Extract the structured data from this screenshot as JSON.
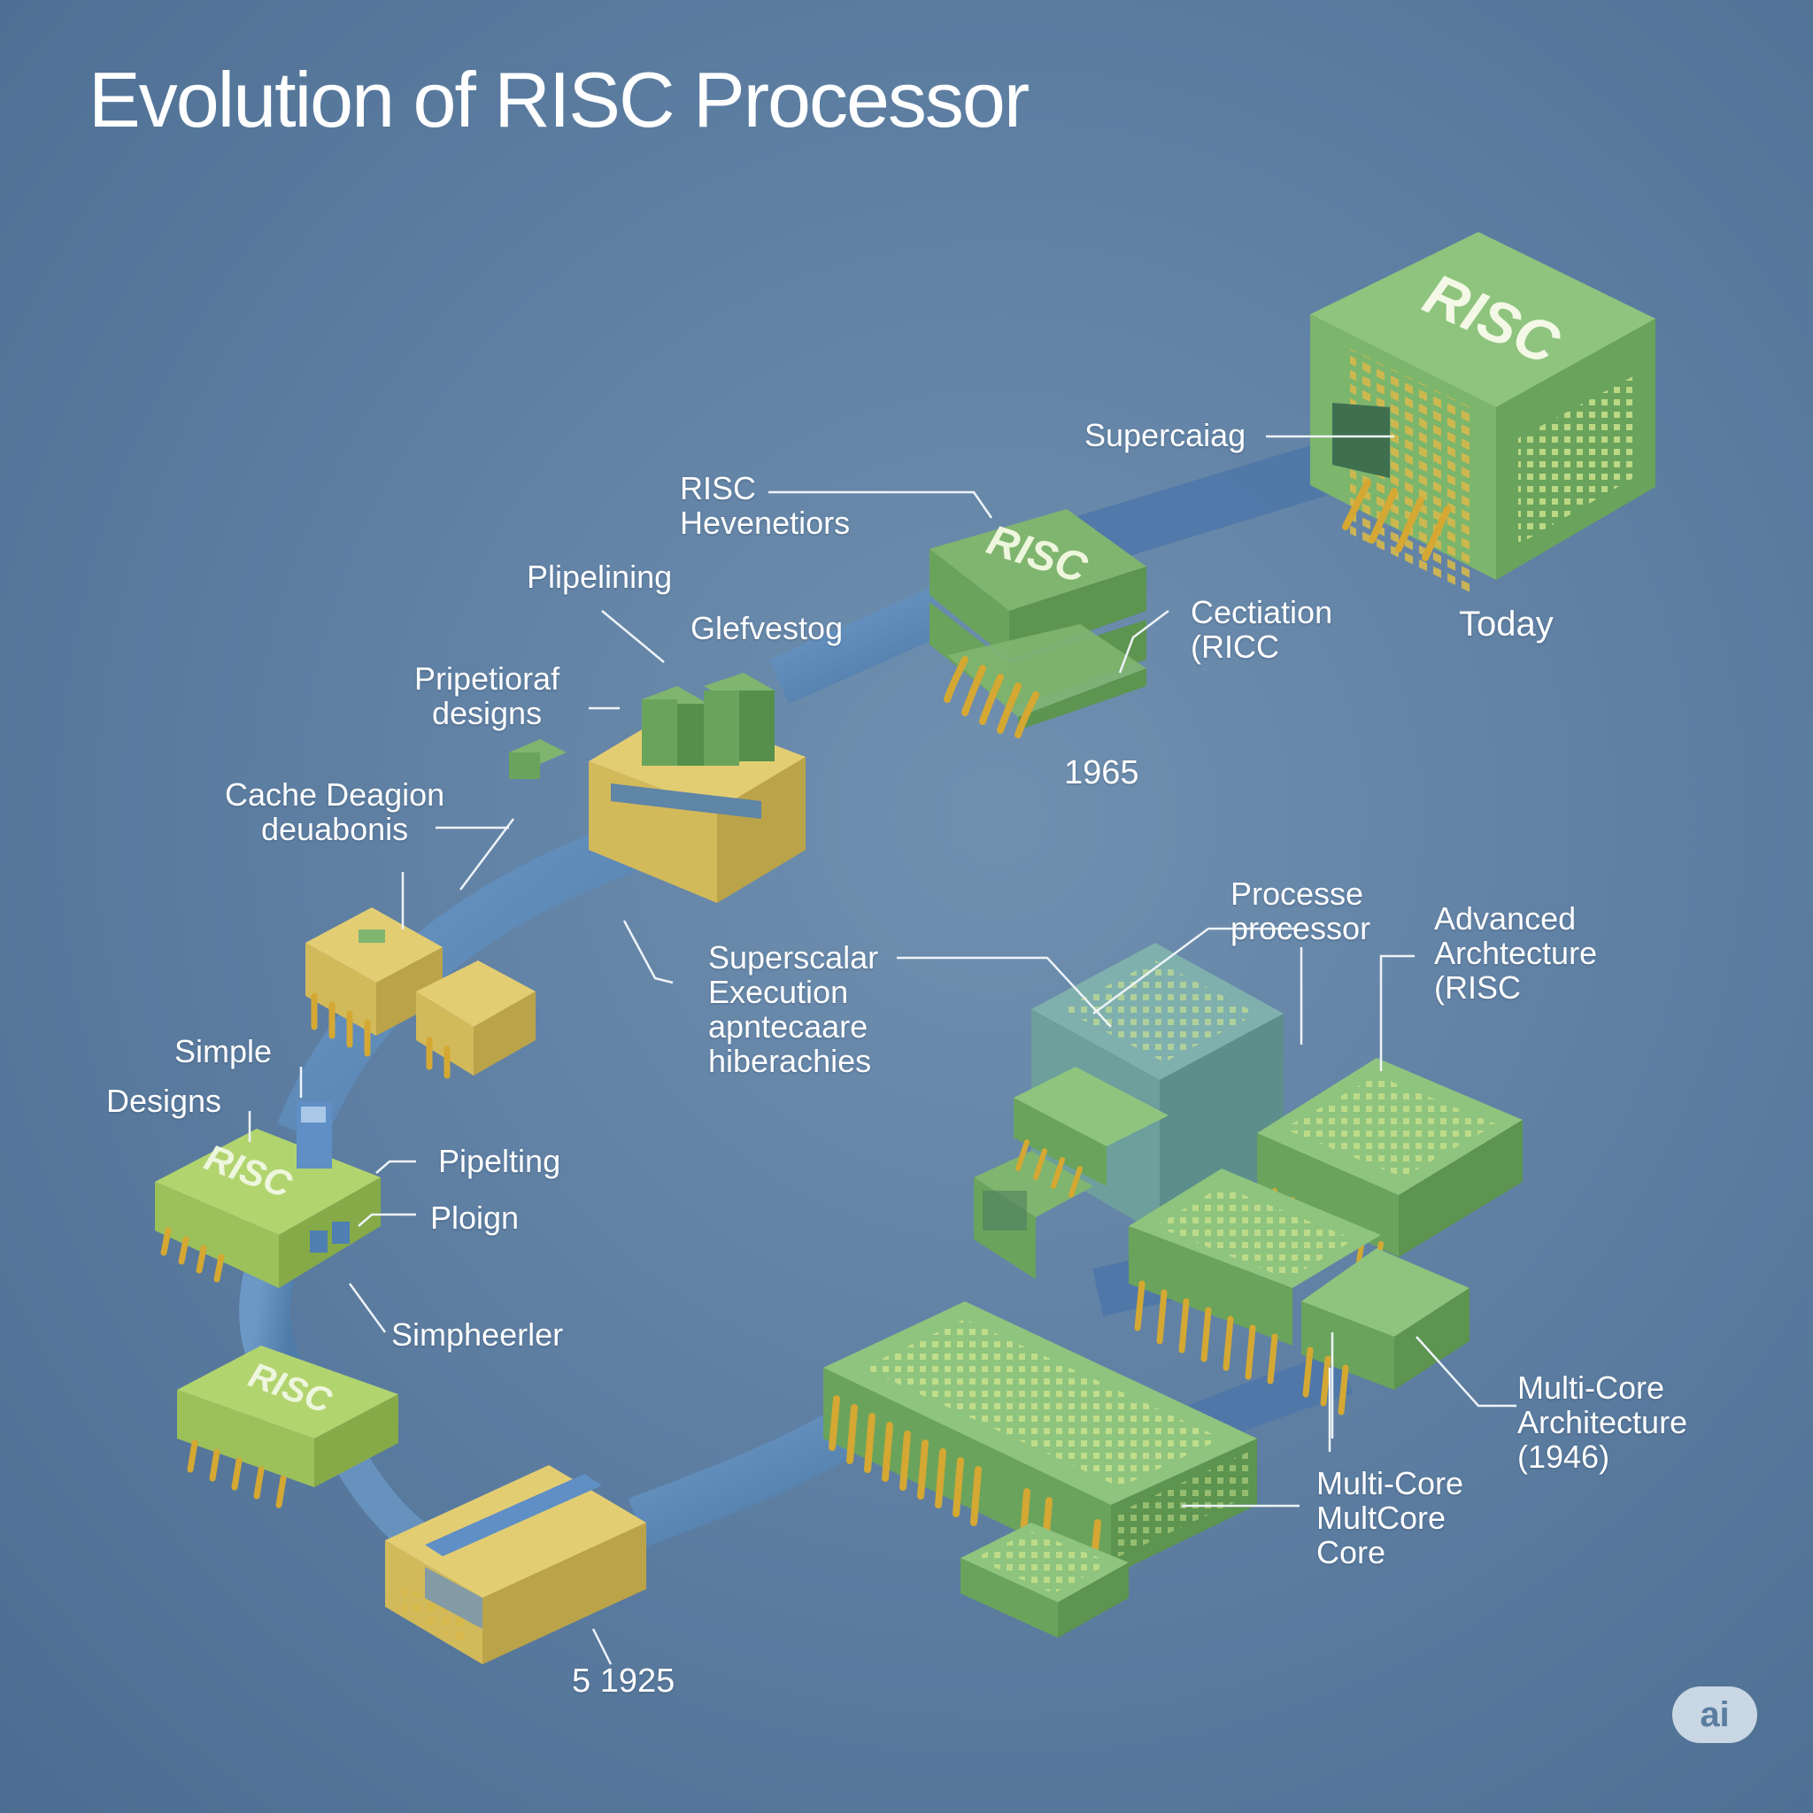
{
  "title": "Evolution of RISC Processor",
  "chip_text": "RISC",
  "badge": "ai",
  "colors": {
    "background": "#5f80a3",
    "track": "#5b86b5",
    "chip_green": "#7fb56f",
    "chip_lime": "#a9cd6a",
    "chip_gold": "#d8c46a",
    "chip_teal": "#6fa2a0",
    "pins": "#d4a832"
  },
  "labels": {
    "superscalar_top": "Supercaiag",
    "risc_hevenetiors": [
      "RISC",
      "Hevenetiors"
    ],
    "pipelining_top": "Plipelining",
    "glevestog": "Glefvestog",
    "pripetioraf": [
      "Pripetioraf",
      "designs"
    ],
    "cache_deagion": [
      "Cache Deagion",
      "deuabonis"
    ],
    "cectuation": [
      "Cectiation",
      "(RICC"
    ],
    "today": "Today",
    "year_1965": "1965",
    "processe": [
      "Processe",
      "processor"
    ],
    "advanced": [
      "Advanced",
      "Archtecture",
      "(RISC"
    ],
    "superscalar_exec": [
      "Superscalar",
      "Execution",
      "apntecaare",
      "hiberachies"
    ],
    "simple_designs": [
      "Simple",
      "Designs"
    ],
    "pipelting": "Pipelting",
    "ploign": "Ploign",
    "simpheerler": "Simpheerler",
    "multicore_arch": [
      "Multi-Core",
      "Architecture",
      "(1946)"
    ],
    "multicore_core": [
      "Multi-Core",
      "MultCore",
      "Core"
    ],
    "year_1925": "5 1925"
  }
}
